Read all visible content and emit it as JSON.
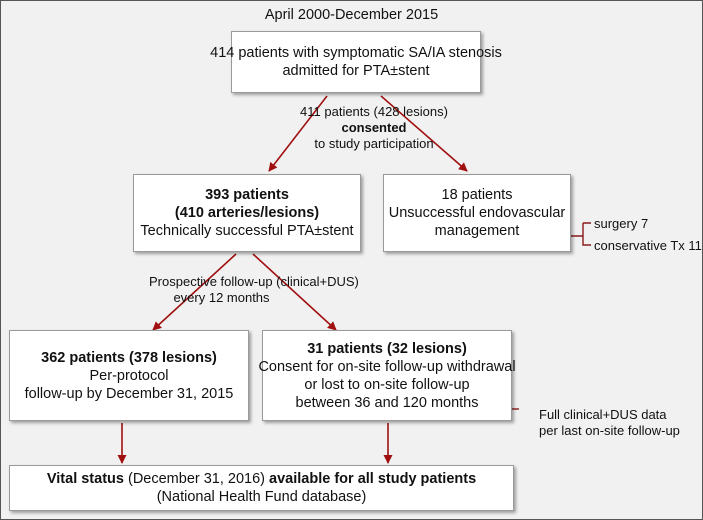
{
  "header": {
    "date_range": "April 2000-December 2015"
  },
  "boxes": {
    "admitted": {
      "line1": "414 patients with symptomatic SA/IA stenosis",
      "line2": "admitted for PTA±stent"
    },
    "successful": {
      "line1": "393 patients",
      "line2": "(410 arteries/lesions)",
      "line3": "Technically successful PTA±stent"
    },
    "unsuccessful": {
      "line1": "18 patients",
      "line2": "Unsuccessful endovascular",
      "line3": "management"
    },
    "per_protocol": {
      "line1_bold": "362 patients",
      "line1_rest": " (378 lesions)",
      "line2": "Per-protocol",
      "line3": "follow-up by December 31, 2015"
    },
    "withdrawal": {
      "line1": "31 patients (32 lesions)",
      "line2": "Consent for on-site follow-up withdrawal",
      "line3": "or lost to on-site follow-up",
      "line4": "between 36 and 120 months"
    },
    "vital": {
      "line1_bold_a": "Vital status",
      "line1_normal": " (December 31, 2016) ",
      "line1_bold_b": "available for all study patients",
      "line2": "(National Health Fund database)"
    }
  },
  "labels": {
    "consent": {
      "line1": "411 patients (428 lesions)",
      "line2": "consented",
      "line3": "to study participation"
    },
    "followup": {
      "line1": "Prospective follow-up (clinical+DUS)",
      "line2": "every 12 months"
    },
    "surgery": "surgery  7",
    "conservative": "conservative Tx 11",
    "full_data": {
      "line1": "Full clinical+DUS data",
      "line2": "per last on-site follow-up"
    }
  },
  "colors": {
    "arrow": "#a01010",
    "bracket": "#8b1a1a"
  }
}
